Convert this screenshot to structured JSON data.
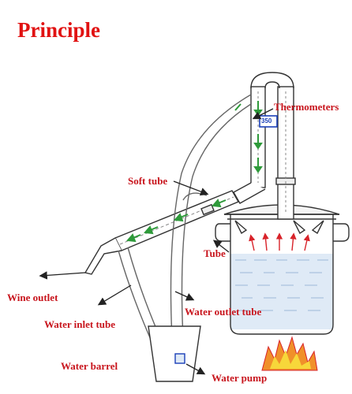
{
  "title": "Principle",
  "labels": {
    "thermometers": "Thermometers",
    "soft_tube": "Soft tube",
    "tube": "Tube",
    "wine_outlet": "Wine outlet",
    "water_inlet_tube": "Water inlet tube",
    "water_outlet_tube": "Water outlet tube",
    "water_barrel": "Water barrel",
    "water_pump": "Water pump"
  },
  "thermometer_reading": "350",
  "colors": {
    "title": "#e11212",
    "label": "#c8151d",
    "line": "#333333",
    "water": "#dfeaf6",
    "flow_arrow": "#2e9a3a",
    "heat_arrow": "#d8232a",
    "fire_orange": "#f0902a",
    "fire_yellow": "#f7d73a"
  }
}
